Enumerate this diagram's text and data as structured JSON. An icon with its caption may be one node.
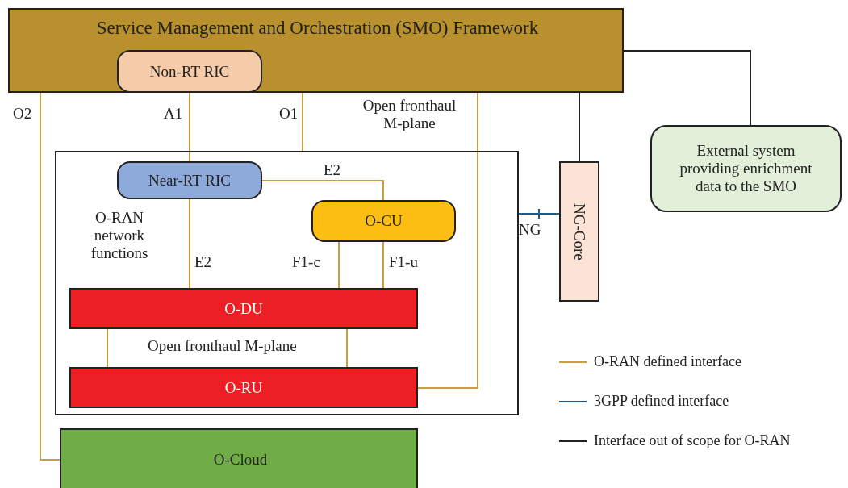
{
  "diagram": {
    "nodes": [
      {
        "text": [
          "Service Management and Orchestration (SMO) Framework"
        ]
      },
      {
        "text": [
          "Non-RT RIC"
        ],
        "in": 0
      },
      {
        "text": [
          "O-RAN network functions"
        ]
      },
      {
        "text": [
          "Near-RT RIC"
        ],
        "in": 2
      },
      {
        "text": [
          "O-CU"
        ],
        "in": 2
      },
      {
        "text": [
          "O-DU"
        ],
        "in": 2
      },
      {
        "text": [
          "O-RU"
        ],
        "in": 2
      },
      {
        "text": [
          "NG-Core"
        ]
      },
      {
        "text": [
          "External system providing enrichment data to the SMO"
        ]
      },
      {
        "text": [
          "O-Cloud"
        ]
      }
    ],
    "edges": [
      {
        "from": 1,
        "to": 3,
        "arrow": "none",
        "label": "A1"
      },
      {
        "from": 0,
        "to": 2,
        "arrow": "none",
        "label": "O1"
      },
      {
        "from": 0,
        "to": 6,
        "arrow": "none",
        "label": "Open fronthaul M-plane"
      },
      {
        "from": 0,
        "to": 9,
        "arrow": "none",
        "label": "O2"
      },
      {
        "from": 3,
        "to": 4,
        "arrow": "none",
        "label": "E2"
      },
      {
        "from": 3,
        "to": 5,
        "arrow": "none",
        "label": "E2"
      },
      {
        "from": 4,
        "to": 5,
        "arrow": "none",
        "label": "F1-c"
      },
      {
        "from": 4,
        "to": 5,
        "arrow": "none",
        "label": "F1-u"
      },
      {
        "from": 5,
        "to": 6,
        "arrow": "none",
        "label": "Open fronthaul M-plane"
      },
      {
        "from": 5,
        "to": 6,
        "arrow": "none"
      },
      {
        "from": 2,
        "to": 7,
        "arrow": "none",
        "label": "NG",
        "color": "#1f5a8a"
      },
      {
        "from": 0,
        "to": 7,
        "arrow": "none",
        "color": "#222222"
      },
      {
        "from": 0,
        "to": 8,
        "arrow": "none",
        "color": "#222222"
      }
    ],
    "legend": [
      {
        "text": "O-RAN defined interface"
      },
      {
        "text": "3GPP defined interface"
      },
      {
        "text": "Interface out of scope for O-RAN"
      }
    ]
  }
}
